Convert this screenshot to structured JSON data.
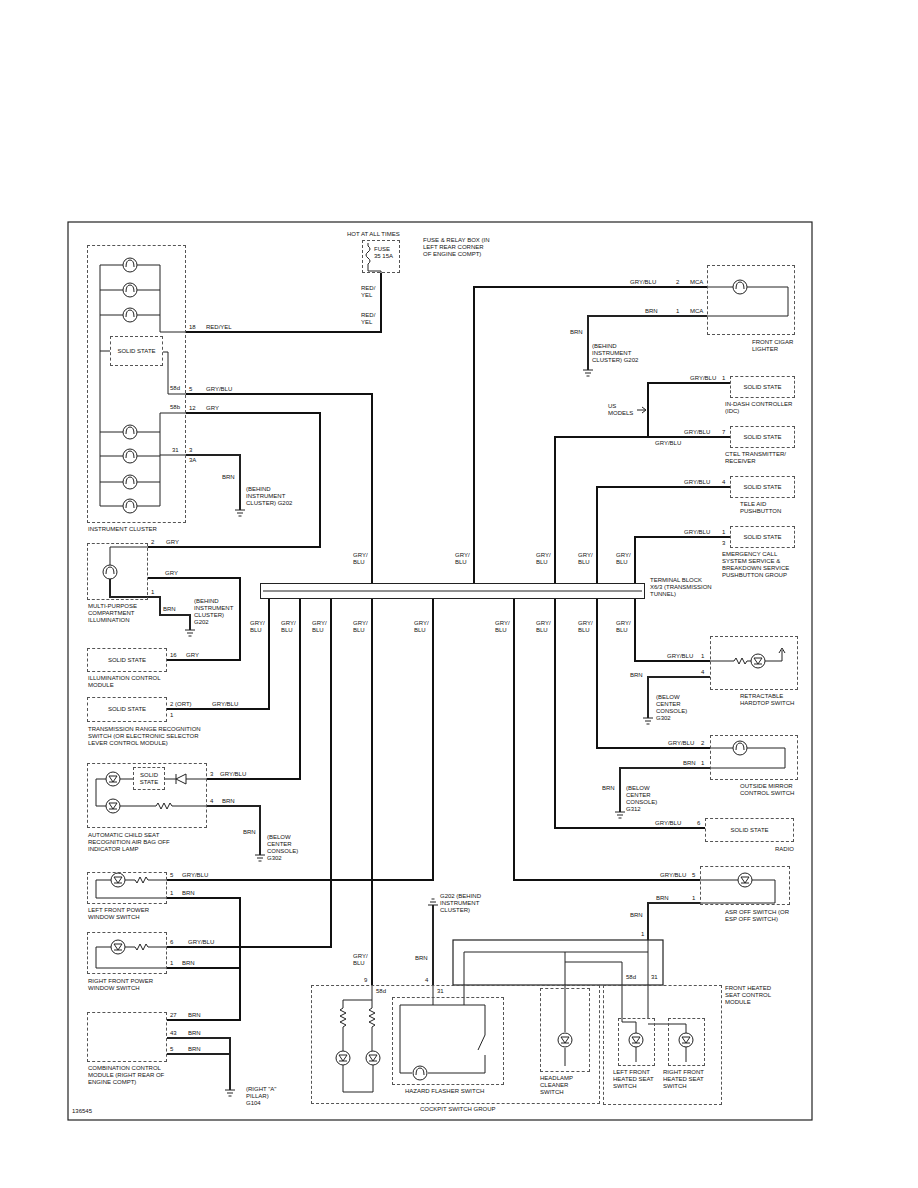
{
  "diagram": {
    "nodes": [
      {
        "text": [
          "INSTRUMENT CLUSTER"
        ]
      },
      {
        "text": [
          "SOLID STATE"
        ],
        "in": 0
      },
      {
        "text": [
          "FUSE 35 15A",
          "FUSE & RELAY BOX (IN LEFT REAR CORNER OF ENGINE COMPT)"
        ]
      },
      {
        "text": [
          "FRONT CIGAR LIGHTER"
        ]
      },
      {
        "text": [
          "SOLID STATE",
          "IN-DASH CONTROLLER (IDC)"
        ]
      },
      {
        "text": [
          "SOLID STATE",
          "CTEL TRANSMITTER/ RECEIVER"
        ]
      },
      {
        "text": [
          "SOLID STATE",
          "TELE AID PUSHBUTTON"
        ]
      },
      {
        "text": [
          "SOLID STATE",
          "EMERGENCY CALL SYSTEM SERVICE & BREAKDOWN SERVICE PUSHBUTTON GROUP"
        ]
      },
      {
        "text": [
          "MULTI-PURPOSE COMPARTMENT ILLUMINATION"
        ]
      },
      {
        "text": [
          "TERMINAL BLOCK X6/3 (TRANSMISSION TUNNEL)"
        ]
      },
      {
        "text": [
          "SOLID STATE",
          "ILLUMINATION CONTROL MODULE"
        ]
      },
      {
        "text": [
          "SOLID STATE",
          "TRANSMISSION RANGE RECOGNITION SWITCH (OR ELECTRONIC SELECTOR LEVER CONTROL MODULE)"
        ]
      },
      {
        "text": [
          "RETRACTABLE HARDTOP SWITCH"
        ]
      },
      {
        "text": [
          "AUTOMATIC CHILD SEAT RECOGNITION AIR BAG OFF INDICATOR LAMP"
        ]
      },
      {
        "text": [
          "SOLID STATE"
        ],
        "in": 13
      },
      {
        "text": [
          "OUTSIDE MIRROR CONTROL SWITCH"
        ]
      },
      {
        "text": [
          "SOLID STATE",
          "RADIO"
        ]
      },
      {
        "text": [
          "LEFT FRONT POWER WINDOW SWITCH"
        ]
      },
      {
        "text": [
          "ASR OFF SWITCH (OR ESP OFF SWITCH)"
        ]
      },
      {
        "text": [
          "RIGHT FRONT POWER WINDOW SWITCH"
        ]
      },
      {
        "text": [
          "COCKPIT SWITCH GROUP"
        ]
      },
      {
        "text": [
          "HAZARD FLASHER SWITCH"
        ],
        "in": 20
      },
      {
        "text": [
          "HEADLAMP CLEANER SWITCH"
        ],
        "in": 20
      },
      {
        "text": [
          "FRONT HEATED SEAT CONTROL MODULE"
        ]
      },
      {
        "text": [
          "LEFT FRONT HEATED SEAT SWITCH"
        ],
        "in": 23
      },
      {
        "text": [
          "RIGHT FRONT HEATED SEAT SWITCH"
        ],
        "in": 23
      },
      {
        "text": [
          "COMBINATION CONTROL MODULE (RIGHT REAR OF ENGINE COMPT)"
        ]
      }
    ],
    "edges": [
      {
        "from": 2,
        "to": 0,
        "arrow": "none",
        "label": "RED/YEL"
      },
      {
        "from": 0,
        "to": 9,
        "arrow": "none",
        "label": "GRY/BLU"
      },
      {
        "from": 9,
        "to": 20,
        "arrow": "none",
        "label": "GRY/ BLU"
      },
      {
        "from": 0,
        "to": 8,
        "arrow": "none",
        "label": "GRY"
      },
      {
        "from": 8,
        "to": 10,
        "arrow": "none",
        "label": "GRY"
      },
      {
        "from": 9,
        "to": 3,
        "arrow": "none",
        "label": "GRY/BLU"
      },
      {
        "from": 9,
        "to": 4,
        "arrow": "none",
        "label": "GRY/BLU"
      },
      {
        "from": 9,
        "to": 5,
        "arrow": "none",
        "label": "GRY/BLU"
      },
      {
        "from": 9,
        "to": 6,
        "arrow": "none",
        "label": "GRY/BLU"
      },
      {
        "from": 9,
        "to": 7,
        "arrow": "none",
        "label": "GRY/BLU"
      },
      {
        "from": 9,
        "to": 11,
        "arrow": "none",
        "label": "GRY/BLU"
      },
      {
        "from": 9,
        "to": 13,
        "arrow": "none",
        "label": "GRY/BLU"
      },
      {
        "from": 9,
        "to": 19,
        "arrow": "none",
        "label": "GRY/BLU"
      },
      {
        "from": 9,
        "to": 17,
        "arrow": "none",
        "label": "GRY/BLU"
      },
      {
        "from": 9,
        "to": 18,
        "arrow": "none",
        "label": "GRY/BLU"
      },
      {
        "from": 9,
        "to": 16,
        "arrow": "none",
        "label": "GRY/BLU"
      },
      {
        "from": 9,
        "to": 15,
        "arrow": "none",
        "label": "GRY/BLU"
      },
      {
        "from": 9,
        "to": 12,
        "arrow": "none",
        "label": "GRY/BLU"
      },
      {
        "from": 17,
        "to": 26,
        "arrow": "none",
        "label": "BRN"
      },
      {
        "from": 19,
        "to": 26,
        "arrow": "none",
        "label": "BRN"
      }
    ],
    "labels": [
      "HOT AT ALL TIMES",
      "RED/ YEL",
      "RED/ YEL",
      "18",
      "58d",
      "5",
      "58b",
      "12",
      "31",
      "3",
      "3A",
      "BRN",
      "(BEHIND INSTRUMENT CLUSTER) G202",
      "2",
      "MCA",
      "1",
      "MCA",
      "BRN",
      "BRN",
      "(BEHIND INSTRUMENT CLUSTER) G202",
      "US MODELS",
      "1",
      "7",
      "GRY/BLU",
      "4",
      "1",
      "3",
      "2",
      "GRY",
      "1",
      "BRN",
      "(BEHIND INSTRUMENT CLUSTER) G202",
      "GRY/ BLU",
      "GRY/ BLU",
      "GRY/ BLU",
      "GRY/ BLU",
      "GRY/ BLU",
      "GRY/ BLU",
      "GRY/ BLU",
      "GRY/ BLU",
      "GRY/ BLU",
      "GRY/ BLU",
      "GRY/ BLU",
      "GRY/ BLU",
      "GRY/ BLU",
      "GRY/ BLU",
      "16",
      "GRY",
      "2 (ORT)",
      "1",
      "1",
      "4",
      "BRN",
      "(BELOW CENTER CONSOLE) G302",
      "3",
      "4",
      "BRN",
      "BRN",
      "(BELOW CENTER CONSOLE) G302",
      "2",
      "1",
      "BRN",
      "BRN",
      "(BELOW CENTER CONSOLE) G312",
      "6",
      "5",
      "1",
      "5",
      "1",
      "BRN",
      "BRN",
      "G202 (BEHIND INSTRUMENT CLUSTER)",
      "6",
      "1",
      "BRN",
      "9",
      "4",
      "58d",
      "31",
      "1",
      "58d",
      "31",
      "27",
      "BRN",
      "43",
      "BRN",
      "5",
      "BRN",
      "(RIGHT \"A\" PILLAR) G104",
      "136545"
    ]
  }
}
